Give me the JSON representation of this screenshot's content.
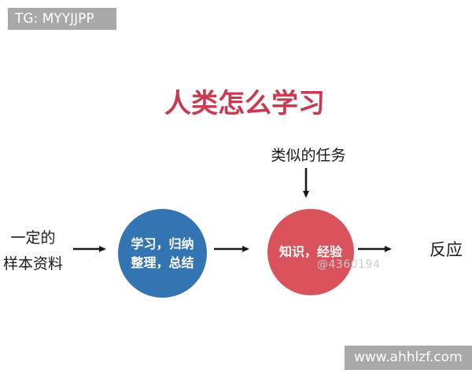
{
  "banners": {
    "top_left": "TG: MYYJJPP",
    "bottom_right": "www.ahhlzf.com"
  },
  "title": "人类怎么学习",
  "diagram": {
    "input_label_line1": "一定的",
    "input_label_line2": "样本资料",
    "top_label": "类似的任务",
    "blue_circle_line1": "学习，归纳",
    "blue_circle_line2": "整理，总结",
    "red_circle_label": "知识，经验",
    "output_label": "反应",
    "watermark": "@4360194"
  },
  "colors": {
    "title_red": "#c93a50",
    "blue_circle": "#3375b2",
    "red_circle": "#d9525c",
    "banner_gray": "#a9a9a9",
    "arrow_black": "#1a1a1a",
    "watermark_gray": "#cbcbcb"
  }
}
